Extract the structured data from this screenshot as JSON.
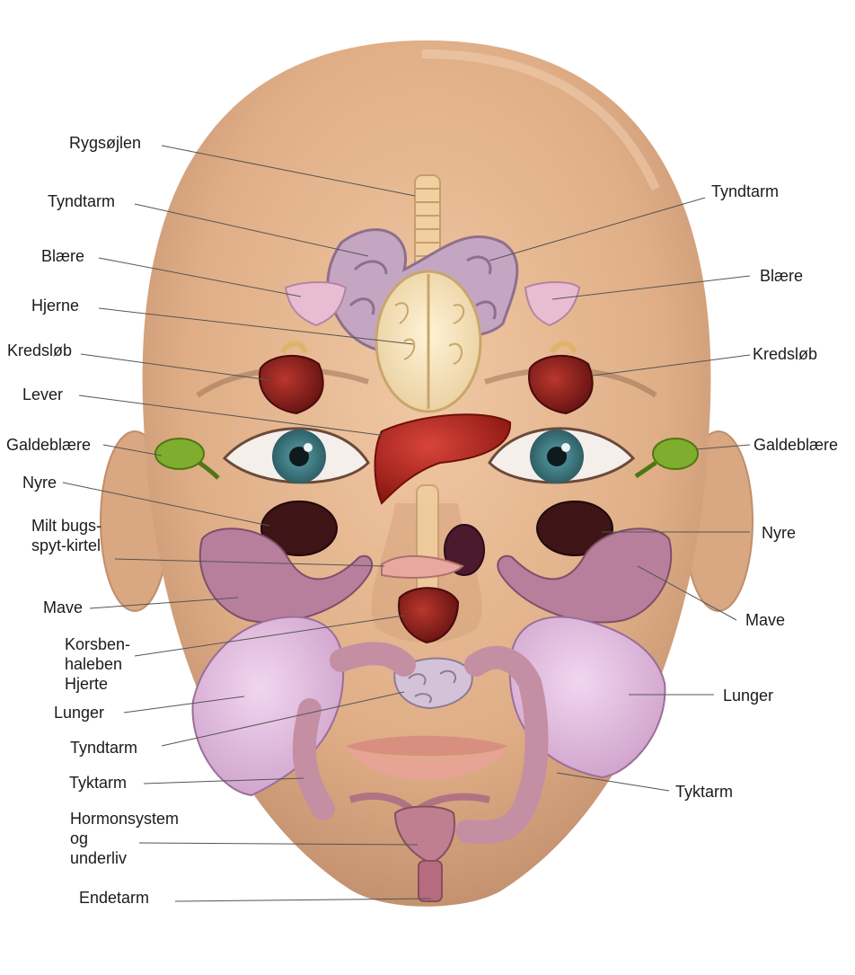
{
  "left_labels": [
    {
      "key": "rygsojlen",
      "text": "Rygsøjlen"
    },
    {
      "key": "tyndtarm_top",
      "text": "Tyndtarm"
    },
    {
      "key": "blaere",
      "text": "Blære"
    },
    {
      "key": "hjerne",
      "text": "Hjerne"
    },
    {
      "key": "kredslob",
      "text": "Kredsløb"
    },
    {
      "key": "lever",
      "text": "Lever"
    },
    {
      "key": "galdeblaere",
      "text": "Galdeblære"
    },
    {
      "key": "nyre",
      "text": "Nyre"
    },
    {
      "key": "milt",
      "lines": [
        "Milt bugs-",
        "spyt-kirtel"
      ]
    },
    {
      "key": "mave",
      "text": "Mave"
    },
    {
      "key": "korsben",
      "lines": [
        "Korsben-",
        "haleben",
        "Hjerte"
      ]
    },
    {
      "key": "lunger",
      "text": "Lunger"
    },
    {
      "key": "tyndtarm_low",
      "text": "Tyndtarm"
    },
    {
      "key": "tyktarm",
      "text": "Tyktarm"
    },
    {
      "key": "hormon",
      "lines": [
        "Hormonsystem",
        "og",
        "underliv"
      ]
    },
    {
      "key": "endetarm",
      "text": "Endetarm"
    }
  ],
  "right_labels": [
    {
      "key": "tyndtarm",
      "text": "Tyndtarm"
    },
    {
      "key": "blaere",
      "text": "Blære"
    },
    {
      "key": "kredslob",
      "text": "Kredsløb"
    },
    {
      "key": "galdeblaere",
      "text": "Galdeblære"
    },
    {
      "key": "nyre",
      "text": "Nyre"
    },
    {
      "key": "mave",
      "text": "Mave"
    },
    {
      "key": "lunger",
      "text": "Lunger"
    },
    {
      "key": "tyktarm",
      "text": "Tyktarm"
    }
  ],
  "colors": {
    "skin": "#e2b48f",
    "skin_shadow": "#b98a66",
    "intestine": "#b79ab5",
    "lung": "#e6c3e4",
    "heart": "#8a1f1c",
    "liver": "#b5231d",
    "kidney": "#3e1416",
    "stomach": "#b77f9c",
    "gallbladder": "#7fae2e",
    "brain": "#f5e3bf",
    "spine": "#f0cfa0",
    "colon": "#c48fa3",
    "uterus": "#c07f90",
    "bladder": "#e8bdd3",
    "eye": "#4f8f96",
    "leader_line": "#555555"
  }
}
